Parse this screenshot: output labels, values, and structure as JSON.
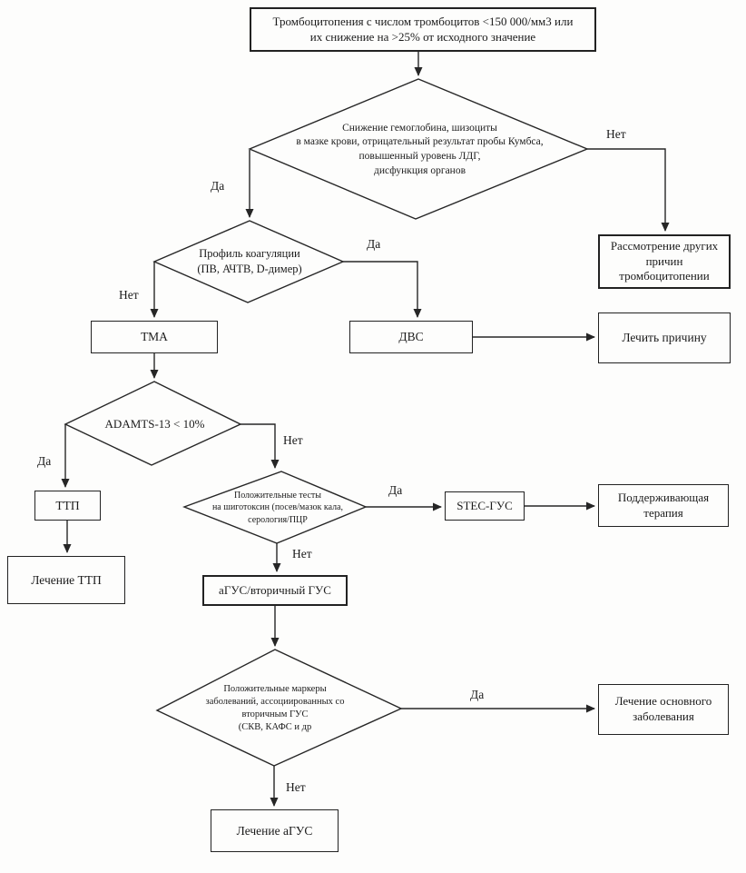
{
  "diagram": {
    "description": "Diagnostic flowchart for thrombocytopenia / thrombotic microangiopathy (Russian)",
    "labels": {
      "yes": "Да",
      "no": "Нет"
    },
    "nodes": {
      "start": {
        "label": "Тромбоцитопения с числом тромбоцитов <150 000/мм3 или\nих снижение на >25% от исходного значение",
        "shape": "rect"
      },
      "hemolysis_decision": {
        "label": "Снижение гемоглобина, шизоциты\nв мазке крови, отрицательный результат пробы Кумбса,\nповышенный уровень ЛДГ,\nдисфункция органов",
        "shape": "diamond"
      },
      "other_causes": {
        "label": "Рассмотрение других\nпричин\nтромбоцитопении",
        "shape": "rect"
      },
      "coagulation_decision": {
        "label": "Профиль коагуляции\n(ПВ, АЧТВ, D-димер)",
        "shape": "diamond"
      },
      "tma": {
        "label": "ТМА",
        "shape": "rect"
      },
      "dic": {
        "label": "ДВС",
        "shape": "rect"
      },
      "treat_cause": {
        "label": "Лечить причину",
        "shape": "rect"
      },
      "adamts_decision": {
        "label": "ADAMTS-13 < 10%",
        "shape": "diamond"
      },
      "ttp": {
        "label": "ТТП",
        "shape": "rect"
      },
      "ttp_treatment": {
        "label": "Лечение ТТП",
        "shape": "rect"
      },
      "shigatoxin_decision": {
        "label": "Положительные тесты\nна шиготоксин (посев/мазок кала,\nсерология/ПЦР",
        "shape": "diamond"
      },
      "stec_hus": {
        "label": "STEC-ГУС",
        "shape": "rect"
      },
      "supportive_care": {
        "label": "Поддерживающая\nтерапия",
        "shape": "rect"
      },
      "ahus_secondary": {
        "label": "аГУС/вторичный ГУС",
        "shape": "rect"
      },
      "markers_decision": {
        "label": "Положительные маркеры\nзаболеваний, ассоциированных со\nвторичным ГУС\n(СКВ, КАФС и др",
        "shape": "diamond"
      },
      "underlying_treatment": {
        "label": "Лечение основного\nзаболевания",
        "shape": "rect"
      },
      "ahus_treatment": {
        "label": "Лечение аГУС",
        "shape": "rect"
      }
    },
    "edges": [
      {
        "from": "start",
        "to": "hemolysis_decision",
        "label": ""
      },
      {
        "from": "hemolysis_decision",
        "to": "coagulation_decision",
        "label": "Да"
      },
      {
        "from": "hemolysis_decision",
        "to": "other_causes",
        "label": "Нет"
      },
      {
        "from": "coagulation_decision",
        "to": "tma",
        "label": "Нет"
      },
      {
        "from": "coagulation_decision",
        "to": "dic",
        "label": "Да"
      },
      {
        "from": "dic",
        "to": "treat_cause",
        "label": ""
      },
      {
        "from": "tma",
        "to": "adamts_decision",
        "label": ""
      },
      {
        "from": "adamts_decision",
        "to": "ttp",
        "label": "Да"
      },
      {
        "from": "ttp",
        "to": "ttp_treatment",
        "label": ""
      },
      {
        "from": "adamts_decision",
        "to": "shigatoxin_decision",
        "label": "Нет"
      },
      {
        "from": "shigatoxin_decision",
        "to": "stec_hus",
        "label": "Да"
      },
      {
        "from": "stec_hus",
        "to": "supportive_care",
        "label": ""
      },
      {
        "from": "shigatoxin_decision",
        "to": "ahus_secondary",
        "label": "Нет"
      },
      {
        "from": "ahus_secondary",
        "to": "markers_decision",
        "label": ""
      },
      {
        "from": "markers_decision",
        "to": "underlying_treatment",
        "label": "Да"
      },
      {
        "from": "markers_decision",
        "to": "ahus_treatment",
        "label": "Нет"
      }
    ],
    "line_color": "#262626"
  }
}
